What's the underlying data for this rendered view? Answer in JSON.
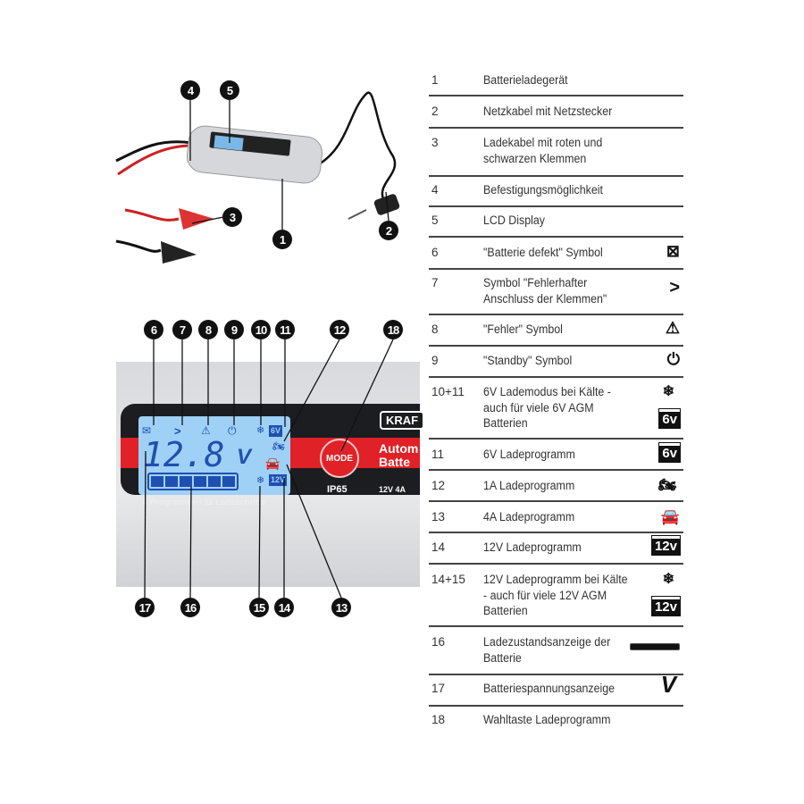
{
  "callouts_top_photo": [
    "1",
    "2",
    "3",
    "4",
    "5"
  ],
  "callouts_detail_top": [
    "6",
    "7",
    "8",
    "9",
    "10",
    "11",
    "12",
    "18"
  ],
  "callouts_detail_bottom": [
    "17",
    "16",
    "15",
    "14",
    "13"
  ],
  "device": {
    "lcd_voltage": "12.8",
    "lcd_unit": "V",
    "lcd_icon_6v": "6V",
    "lcd_icon_12v": "12V",
    "caption": "6 Programme / 11 Ladeschritte",
    "mode_button": "MODE",
    "brand": "KRAF",
    "title_line1": "Autom",
    "title_line2": "Batte",
    "rating": "IP65",
    "spec": "12V 4A"
  },
  "legend": [
    {
      "num": "1",
      "text": "Batterieladegerät",
      "icon": ""
    },
    {
      "num": "2",
      "text": "Netzkabel mit Netzstecker",
      "icon": ""
    },
    {
      "num": "3",
      "text": "Ladekabel mit roten und\nschwarzen Klemmen",
      "icon": ""
    },
    {
      "num": "4",
      "text": "Befestigungsmöglichkeit",
      "icon": ""
    },
    {
      "num": "5",
      "text": "LCD Display",
      "icon": ""
    },
    {
      "num": "6",
      "text": "\"Batterie defekt\" Symbol",
      "icon": "battery-defect-icon"
    },
    {
      "num": "7",
      "text": "Symbol \"Fehlerhafter\nAnschluss der Klemmen\"",
      "icon": "clamp-icon"
    },
    {
      "num": "8",
      "text": "\"Fehler\" Symbol",
      "icon": "warning-icon"
    },
    {
      "num": "9",
      "text": "\"Standby\" Symbol",
      "icon": "power-icon"
    },
    {
      "num": "10+11",
      "text": "6V Lademodus bei Kälte -\nauch für viele 6V AGM\nBatterien",
      "icon": "snowflake-6v-icon",
      "badge": "6v"
    },
    {
      "num": "11",
      "text": "6V Ladeprogramm",
      "icon": "battery-6v-icon",
      "badge": "6v"
    },
    {
      "num": "12",
      "text": "1A Ladeprogramm",
      "icon": "motorcycle-icon"
    },
    {
      "num": "13",
      "text": "4A Ladeprogramm",
      "icon": "car-icon"
    },
    {
      "num": "14",
      "text": "12V Ladeprogramm",
      "icon": "battery-12v-icon",
      "badge": "12v"
    },
    {
      "num": "14+15",
      "text": "12V Ladeprogramm bei Kälte\n- auch für viele 12V AGM\nBatterien",
      "icon": "snowflake-12v-icon",
      "badge": "12v"
    },
    {
      "num": "16",
      "text": "Ladezustandsanzeige der\nBatterie",
      "icon": "charge-bar-icon"
    },
    {
      "num": "17",
      "text": "Batteriespannungsanzeige",
      "icon": "voltage-icon",
      "badge": "V"
    },
    {
      "num": "18",
      "text": "Wahltaste Ladeprogramm",
      "icon": ""
    }
  ]
}
